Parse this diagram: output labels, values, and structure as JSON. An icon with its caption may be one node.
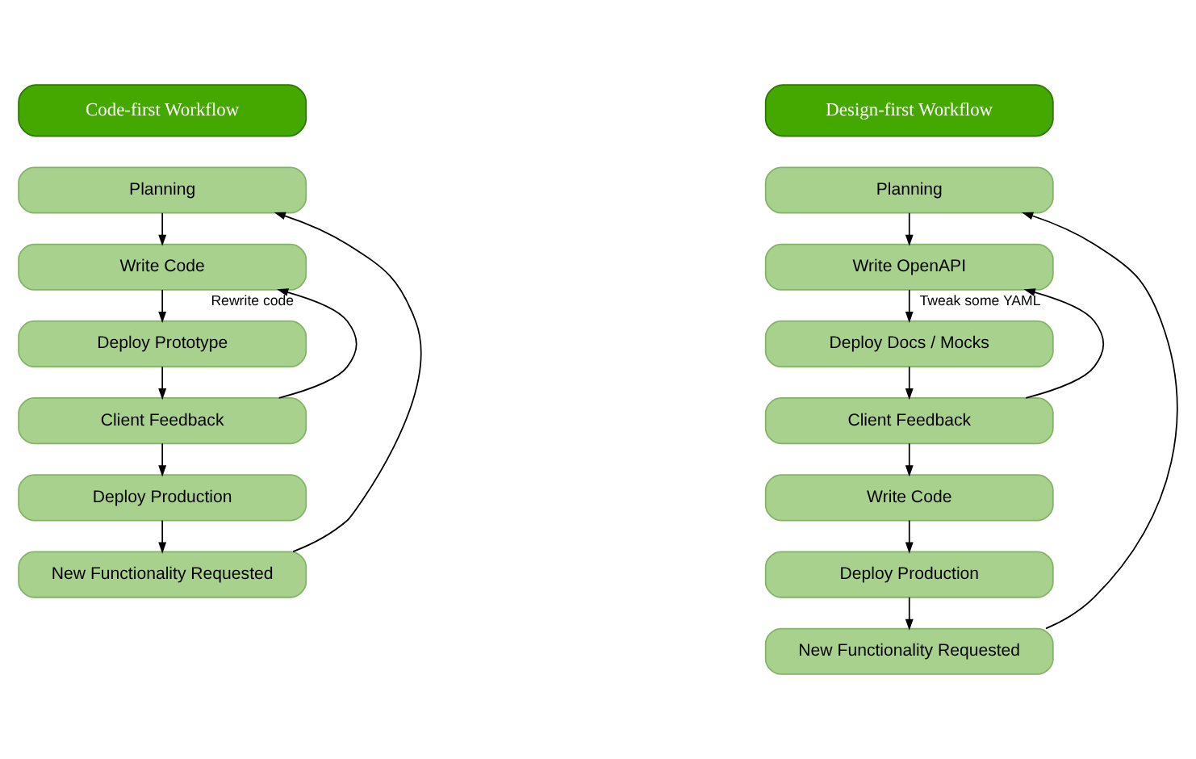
{
  "diagram": {
    "nodes": [
      {
        "text": [
          "Code-first Workflow"
        ]
      },
      {
        "text": [
          "Planning"
        ]
      },
      {
        "text": [
          "Write Code"
        ]
      },
      {
        "text": [
          "Deploy Prototype"
        ]
      },
      {
        "text": [
          "Client Feedback"
        ]
      },
      {
        "text": [
          "Deploy Production"
        ]
      },
      {
        "text": [
          "New Functionality Requested"
        ]
      },
      {
        "text": [
          "Design-first Workflow"
        ]
      },
      {
        "text": [
          "Planning"
        ]
      },
      {
        "text": [
          "Write OpenAPI"
        ]
      },
      {
        "text": [
          "Deploy Docs / Mocks"
        ]
      },
      {
        "text": [
          "Client Feedback"
        ]
      },
      {
        "text": [
          "Write Code"
        ]
      },
      {
        "text": [
          "Deploy Production"
        ]
      },
      {
        "text": [
          "New Functionality Requested"
        ]
      }
    ],
    "edges": [
      {
        "from": 1,
        "to": 2,
        "arrow": "to"
      },
      {
        "from": 2,
        "to": 3,
        "arrow": "to"
      },
      {
        "from": 3,
        "to": 4,
        "arrow": "to"
      },
      {
        "from": 4,
        "to": 5,
        "arrow": "to"
      },
      {
        "from": 5,
        "to": 6,
        "arrow": "to"
      },
      {
        "from": 6,
        "to": 1,
        "arrow": "to"
      },
      {
        "from": 4,
        "to": 2,
        "arrow": "to",
        "label": "Rewrite code"
      },
      {
        "from": 8,
        "to": 9,
        "arrow": "to"
      },
      {
        "from": 9,
        "to": 10,
        "arrow": "to"
      },
      {
        "from": 10,
        "to": 11,
        "arrow": "to"
      },
      {
        "from": 11,
        "to": 12,
        "arrow": "to"
      },
      {
        "from": 12,
        "to": 13,
        "arrow": "to"
      },
      {
        "from": 13,
        "to": 14,
        "arrow": "to"
      },
      {
        "from": 14,
        "to": 8,
        "arrow": "to"
      },
      {
        "from": 11,
        "to": 9,
        "arrow": "to",
        "label": "Tweak some YAML"
      }
    ]
  }
}
